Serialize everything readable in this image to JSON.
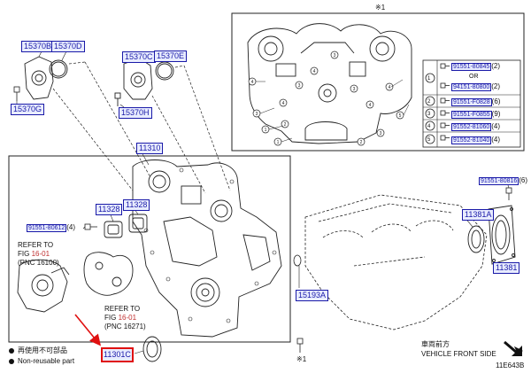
{
  "labels": {
    "l15370B": "15370B",
    "l15370D": "15370D",
    "l15370C": "15370C",
    "l15370E": "15370E",
    "l15370G": "15370G",
    "l15370H": "15370H",
    "l11310": "11310",
    "l11328a": "11328",
    "l11328b": "11328",
    "l91551": "91551-80612",
    "l91551_qty": "(4)",
    "l11301C": "11301C",
    "l11381A": "11381A",
    "l11381": "11381",
    "l15193A": "15193A",
    "l91551_80816": "91551-80816",
    "l91551_80816_qty": "(6)"
  },
  "refs": {
    "ref1_line1": "REFER TO",
    "ref1_line2_pre": "FIG ",
    "ref1_fig": "16-01",
    "ref1_line3": "(PNC 16100)",
    "ref2_line1": "REFER TO",
    "ref2_line2_pre": "FIG ",
    "ref2_fig": "16-01",
    "ref2_line3": "(PNC 16271)"
  },
  "inset": {
    "mark": "※1",
    "or_text": "OR",
    "rows": [
      {
        "num": "1",
        "code": "91551-80845",
        "qty": "(2)"
      },
      {
        "num": "",
        "code": "94151-80800",
        "qty": "(2)"
      },
      {
        "num": "2",
        "code": "91551-F0828",
        "qty": "(6)"
      },
      {
        "num": "3",
        "code": "91551-F0855",
        "qty": "(9)"
      },
      {
        "num": "4",
        "code": "91552-81060",
        "qty": "(4)"
      },
      {
        "num": "5",
        "code": "91552-81040",
        "qty": "(4)"
      }
    ]
  },
  "legend": {
    "line1": "再使用不可部品",
    "line2": "Non-reusable part"
  },
  "direction": {
    "jp": "車両前方",
    "en": "VEHICLE FRONT SIDE"
  },
  "mark_bottom": "※1",
  "figure_code": "11E643B",
  "colors": {
    "label_blue": "#1a1aa8",
    "highlight_red": "#e01010",
    "ref_red": "#c03030"
  }
}
